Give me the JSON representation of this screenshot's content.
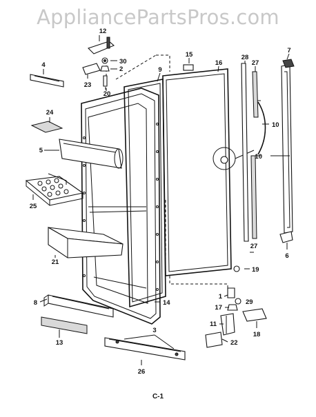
{
  "watermark": "AppliancePartsPros.com",
  "footer": "C-1",
  "callouts": [
    "1",
    "2",
    "3",
    "4",
    "5",
    "6",
    "7",
    "8",
    "9",
    "10",
    "11",
    "12",
    "13",
    "14",
    "15",
    "16",
    "17",
    "18",
    "19",
    "20",
    "21",
    "22",
    "23",
    "24",
    "25",
    "26",
    "27",
    "28",
    "29",
    "30"
  ]
}
